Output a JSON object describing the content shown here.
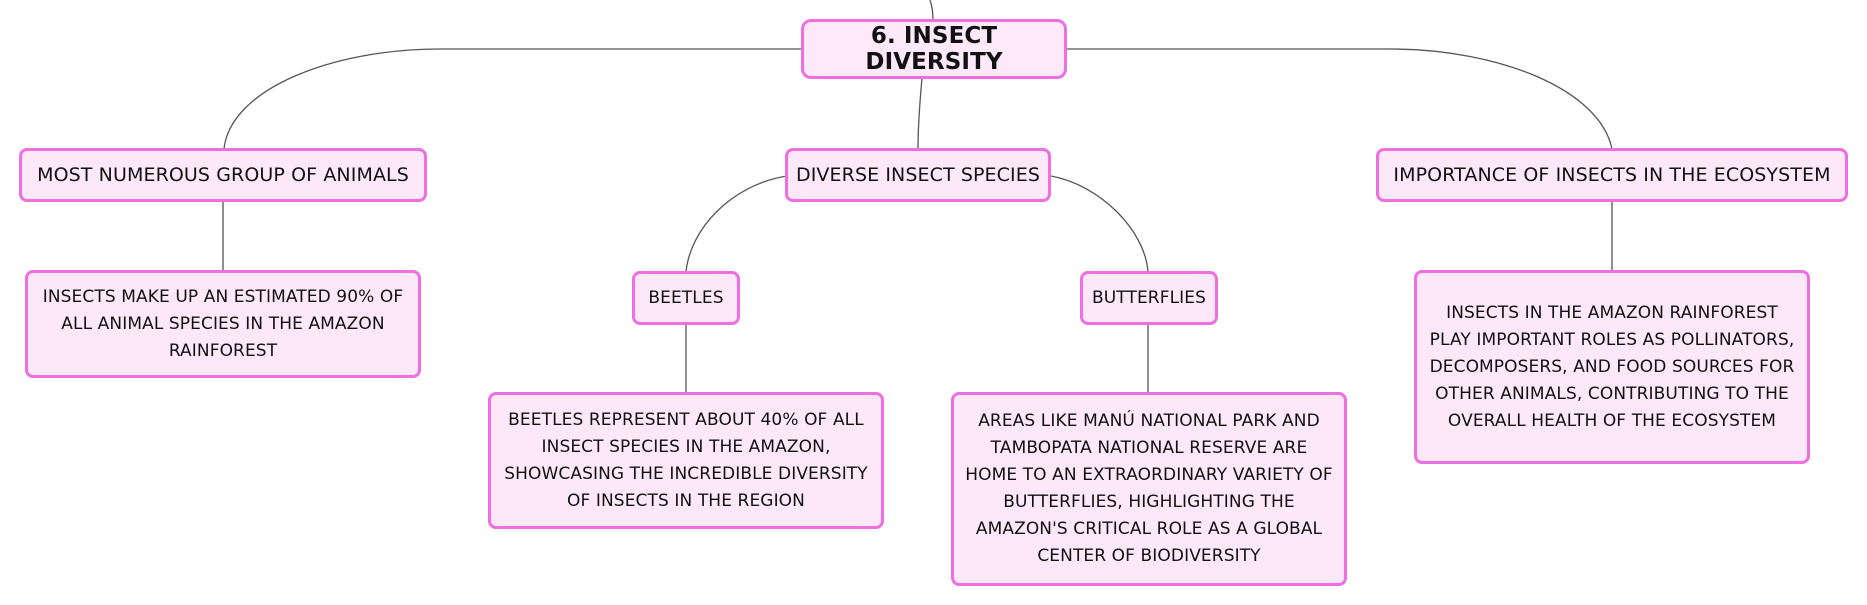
{
  "diagram": {
    "root": {
      "label": "6. INSECT DIVERSITY"
    },
    "branches": [
      {
        "label": "MOST NUMEROUS GROUP OF ANIMALS",
        "detail": "INSECTS MAKE UP AN ESTIMATED 90% OF ALL ANIMAL SPECIES IN THE AMAZON RAINFOREST"
      },
      {
        "label": "DIVERSE INSECT SPECIES",
        "children": [
          {
            "label": "BEETLES",
            "detail": "BEETLES REPRESENT ABOUT 40% OF ALL INSECT SPECIES IN THE AMAZON, SHOWCASING THE INCREDIBLE DIVERSITY OF INSECTS IN THE REGION"
          },
          {
            "label": "BUTTERFLIES",
            "detail": "AREAS LIKE MANÚ NATIONAL PARK AND TAMBOPATA NATIONAL RESERVE ARE HOME TO AN EXTRAORDINARY VARIETY OF BUTTERFLIES, HIGHLIGHTING THE AMAZON'S CRITICAL ROLE AS A GLOBAL CENTER OF BIODIVERSITY"
          }
        ]
      },
      {
        "label": "IMPORTANCE OF INSECTS IN THE ECOSYSTEM",
        "detail": "INSECTS IN THE AMAZON RAINFOREST PLAY IMPORTANT ROLES AS POLLINATORS, DECOMPOSERS, AND FOOD SOURCES FOR OTHER ANIMALS, CONTRIBUTING TO THE OVERALL HEALTH OF THE ECOSYSTEM"
      }
    ],
    "colors": {
      "node_fill": "#fce8f8",
      "node_border": "#ef6fe0",
      "connector": "#555555",
      "text": "#111111"
    }
  }
}
